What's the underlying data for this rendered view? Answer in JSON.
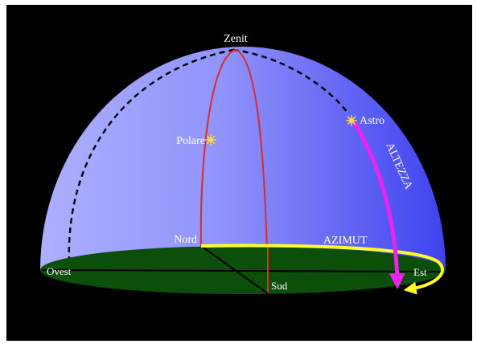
{
  "diagram": {
    "labels": {
      "zenith": "Zenit",
      "polaris": "Polare",
      "star": "Astro",
      "altitude": "ALTEZZA",
      "north": "Nord",
      "azimuth": "AZIMUT",
      "west": "Ovest",
      "east": "Est",
      "south": "Sud"
    },
    "colors": {
      "background": "#000000",
      "dome_light": "#a9acff",
      "dome_dark": "#4a4cf0",
      "ground": "#0b4f0b",
      "meridian": "#dd2a2a",
      "altitude_arrow": "#ee22ee",
      "azimuth_arrow": "#ffff22",
      "dashed_circle": "#000000",
      "star_marker": "#ffd84a"
    }
  }
}
